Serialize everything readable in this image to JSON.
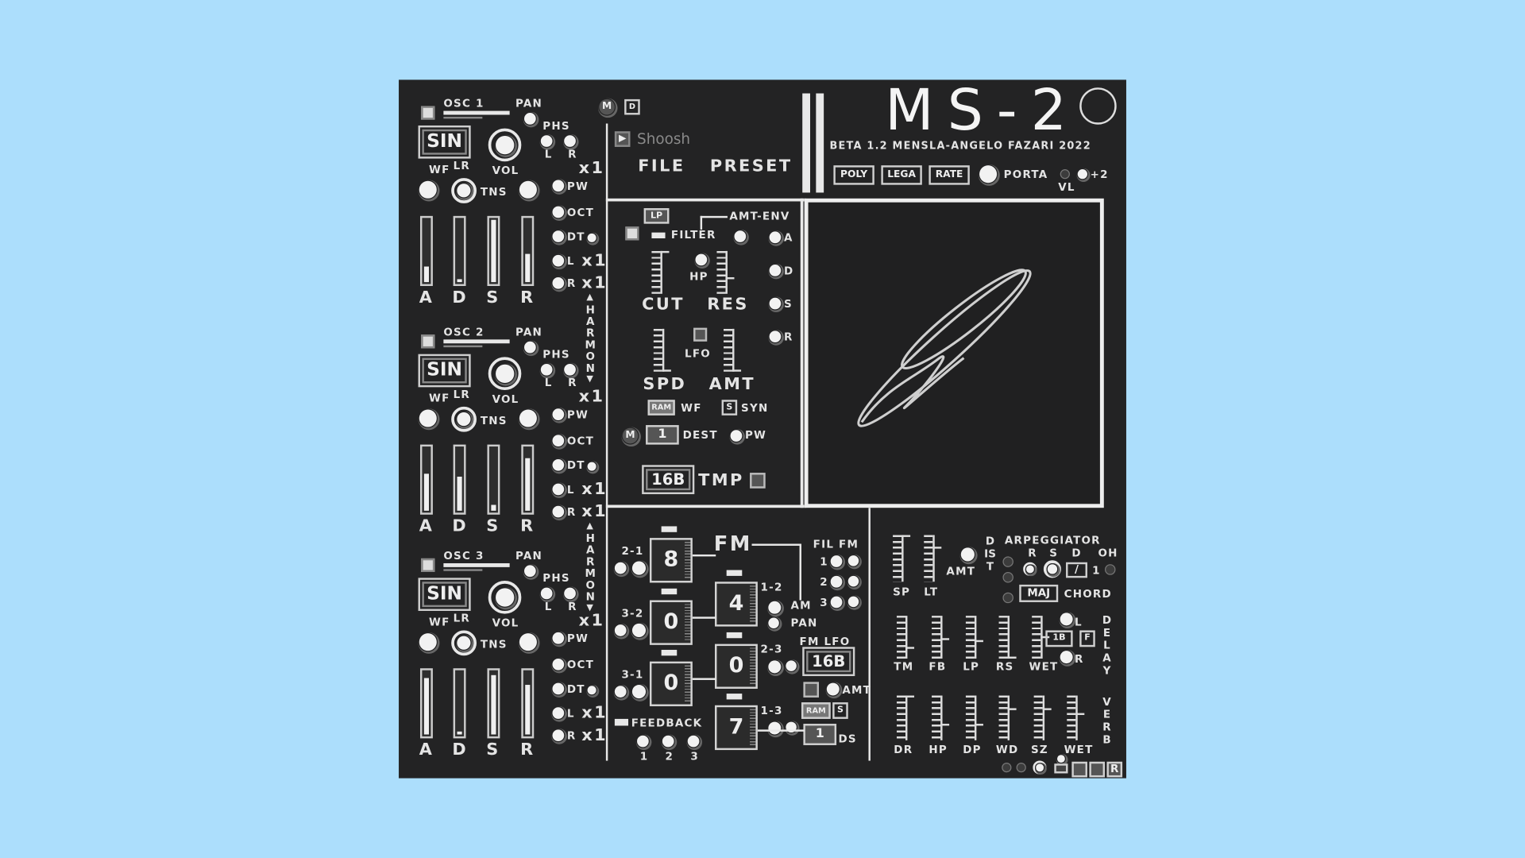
{
  "header": {
    "title": "MS-2",
    "subtitle": "BETA 1.2 MENSLA-ANGELO FAZARI 2022",
    "m": "M",
    "d": "D",
    "preset_name": "Shoosh",
    "file": "FILE",
    "preset": "PRESET",
    "modes": [
      "POLY",
      "LEGA",
      "RATE"
    ],
    "porta": "PORTA",
    "plus2": "+2",
    "vl": "VL"
  },
  "osc_common": {
    "pan": "PAN",
    "phs": "PHS",
    "l": "L",
    "r": "R",
    "wf": "WF",
    "lr": "LR",
    "vol": "VOL",
    "tns": "TNS",
    "side": [
      "PW",
      "OCT",
      "DT",
      "L",
      "R"
    ],
    "side_vals": [
      "",
      "",
      "",
      "x1",
      "x1"
    ],
    "adsr": [
      "A",
      "D",
      "S",
      "R"
    ],
    "harmony": "HARMON"
  },
  "oscillators": [
    {
      "label": "OSC 1",
      "waveform": "SIN",
      "ratio": "x1",
      "adsr_levels": [
        0.25,
        0.05,
        1.0,
        0.45
      ]
    },
    {
      "label": "OSC 2",
      "waveform": "SIN",
      "ratio": "x1",
      "adsr_levels": [
        0.6,
        0.55,
        0.1,
        0.85
      ]
    },
    {
      "label": "OSC 3",
      "waveform": "SIN",
      "ratio": "x1",
      "adsr_levels": [
        0.9,
        0.05,
        0.95,
        0.8
      ]
    }
  ],
  "filter": {
    "type": "LP",
    "label": "FILTER",
    "amt_env": "AMT-ENV",
    "env": [
      "A",
      "D",
      "S",
      "R"
    ],
    "hp": "HP",
    "cut": "CUT",
    "res": "RES",
    "lfo": "LFO",
    "spd": "SPD",
    "amt": "AMT",
    "ram": "RAM",
    "wf": "WF",
    "s": "S",
    "syn": "SYN",
    "m": "M",
    "dest_value": "1",
    "dest": "DEST",
    "pw": "PW",
    "bits": "16B",
    "tmp": "TMP",
    "cut_level": 1.0,
    "res_level": 0.35,
    "spd_level": 0.0,
    "amt_level": 0.0
  },
  "fm": {
    "title": "FM",
    "ops_left": [
      {
        "label": "2-1",
        "value": "8"
      },
      {
        "label": "3-2",
        "value": "0"
      },
      {
        "label": "3-1",
        "value": "0"
      }
    ],
    "ops_right": [
      {
        "label": "1-2",
        "value": "4"
      },
      {
        "label": "2-3",
        "value": "0"
      },
      {
        "label": "1-3",
        "value": "7"
      }
    ],
    "fil_fm": "FIL FM",
    "fil_rows": [
      "1",
      "2",
      "3"
    ],
    "am": "AM",
    "pan": "PAN",
    "fm_lfo": "FM LFO",
    "lfo_bits": "16B",
    "amt": "AMT",
    "ram": "RAM",
    "s": "S",
    "ds_value": "1",
    "ds": "DS",
    "feedback": "FEEDBACK",
    "feedback_knobs": [
      "1",
      "2",
      "3"
    ]
  },
  "fx": {
    "dist": {
      "label": "DIST",
      "amt": "AMT",
      "sliders": [
        {
          "label": "SP",
          "level": 1.0
        },
        {
          "label": "LT",
          "level": 0.75
        }
      ]
    },
    "arp": {
      "title": "ARPEGGIATOR",
      "cols": [
        "R",
        "S",
        "D",
        "OH"
      ],
      "dir": "/",
      "oct": "1",
      "chord_value": "MAJ",
      "chord": "CHORD"
    },
    "delay": {
      "label": "DELAY",
      "l": "L",
      "r": "R",
      "sync": "1B",
      "f": "F",
      "sliders": [
        {
          "label": "TM",
          "level": 0.25
        },
        {
          "label": "FB",
          "level": 0.45
        },
        {
          "label": "LP",
          "level": 0.4
        },
        {
          "label": "RS",
          "level": 0.0
        },
        {
          "label": "WET",
          "level": 0.5
        }
      ]
    },
    "reverb": {
      "label": "VERB",
      "sliders": [
        {
          "label": "DR",
          "level": 1.0
        },
        {
          "label": "HP",
          "level": 0.35
        },
        {
          "label": "DP",
          "level": 0.35
        },
        {
          "label": "WD",
          "level": 0.7
        },
        {
          "label": "SZ",
          "level": 0.7
        },
        {
          "label": "WET",
          "level": 0.6
        }
      ]
    }
  },
  "footer": {
    "r": "R"
  }
}
